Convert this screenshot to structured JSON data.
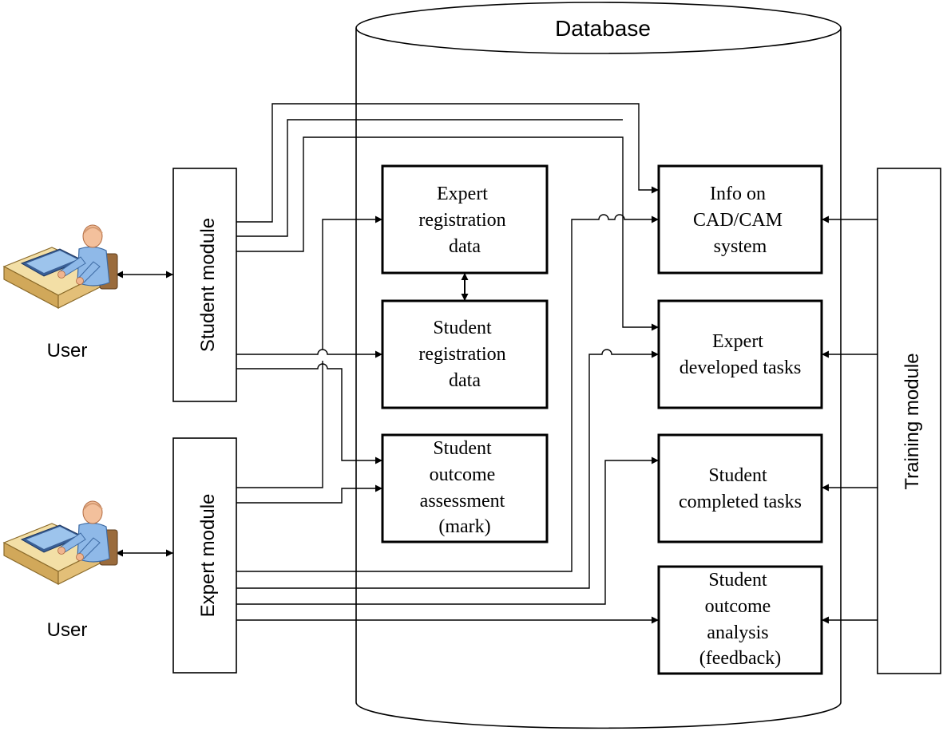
{
  "database": {
    "label": "Database"
  },
  "modules": {
    "student": "Student module",
    "expert": "Expert module",
    "training": "Training module"
  },
  "users": {
    "top": "User",
    "bottom": "User"
  },
  "boxes": {
    "expert_registration": [
      "Expert",
      "registration",
      "data"
    ],
    "student_registration": [
      "Student",
      "registration",
      "data"
    ],
    "outcome_assessment": [
      "Student",
      "outcome",
      "assessment",
      "(mark)"
    ],
    "cad_info": [
      "Info on",
      "CAD/CAM",
      "system"
    ],
    "expert_tasks": [
      "Expert",
      "developed tasks"
    ],
    "completed_tasks": [
      "Student",
      "completed tasks"
    ],
    "outcome_analysis": [
      "Student",
      "outcome",
      "analysis",
      "(feedback)"
    ]
  }
}
